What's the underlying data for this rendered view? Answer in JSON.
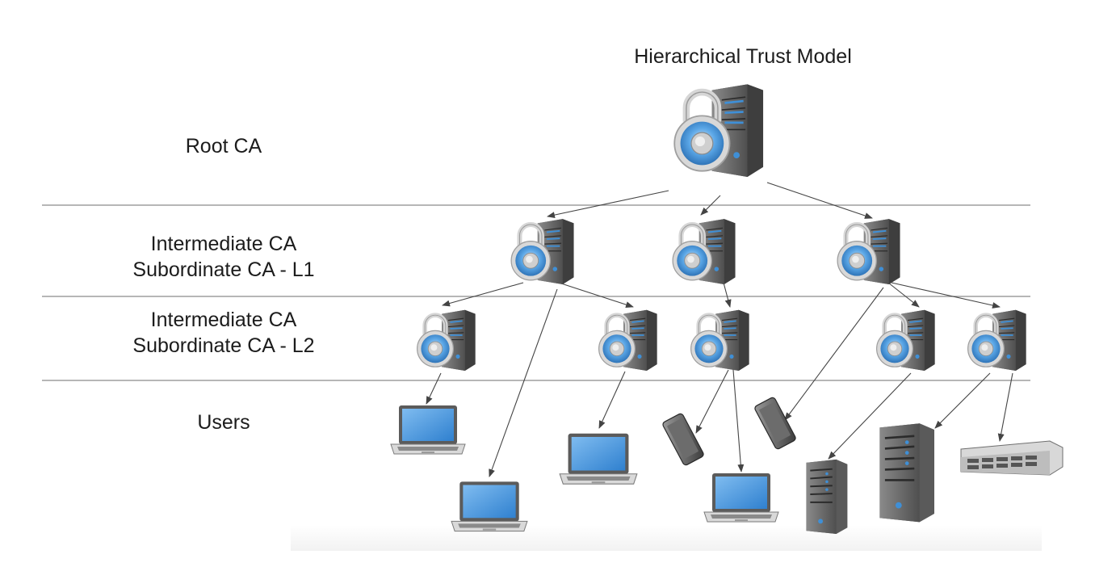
{
  "title": "Hierarchical Trust Model",
  "tiers": {
    "root": "Root CA",
    "l1_line1": "Intermediate CA",
    "l1_line2": "Subordinate CA - L1",
    "l2_line1": "Intermediate CA",
    "l2_line2": "Subordinate CA - L2",
    "users": "Users"
  },
  "icons": {
    "ca_server": "ca-server-padlock-icon",
    "laptop": "laptop-icon",
    "phone": "smartphone-icon",
    "tower": "tower-server-icon",
    "rack": "rack-server-icon"
  },
  "colors": {
    "accent_blue": "#3f8fd6",
    "server_gray": "#6e6e6e",
    "divider": "#8a8a8a",
    "arrow": "#444444"
  }
}
